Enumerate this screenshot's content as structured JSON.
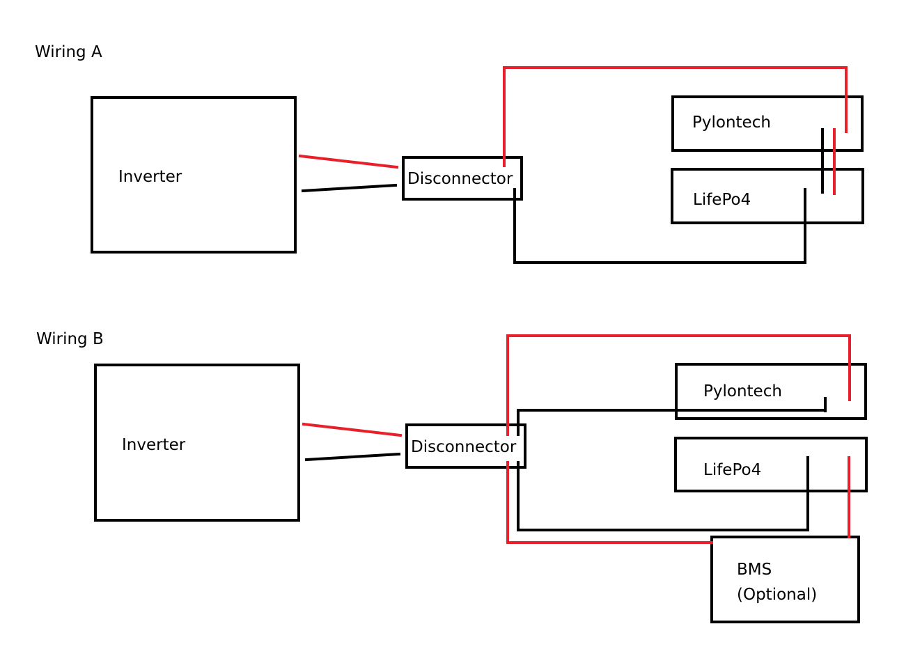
{
  "colors": {
    "positive_wire": "#e8202a",
    "negative_wire": "#000000",
    "box_stroke": "#000000"
  },
  "wiring_a": {
    "title": "Wiring A",
    "inverter": "Inverter",
    "disconnector": "Disconnector",
    "pylontech": "Pylontech",
    "lifepo4": "LifePo4"
  },
  "wiring_b": {
    "title": "Wiring B",
    "inverter": "Inverter",
    "disconnector": "Disconnector",
    "pylontech": "Pylontech",
    "lifepo4": "LifePo4",
    "bms_line1": "BMS",
    "bms_line2": "(Optional)"
  }
}
